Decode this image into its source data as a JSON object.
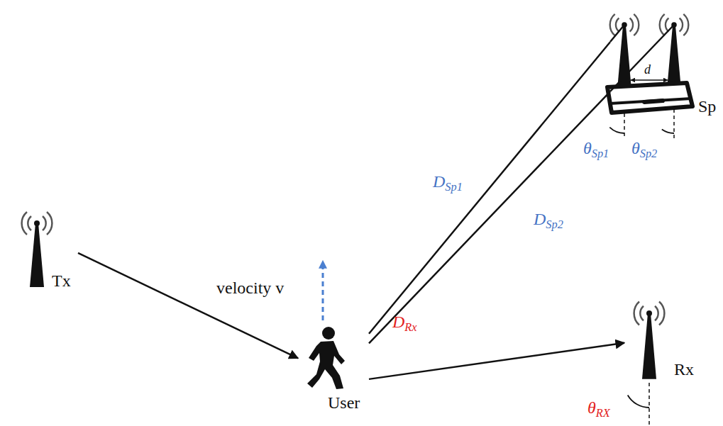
{
  "diagram": {
    "nodes": [
      {
        "text": [
          "Tx"
        ]
      },
      {
        "text": [
          "User"
        ]
      },
      {
        "text": [
          "Sp"
        ]
      },
      {
        "text": [
          "Rx"
        ]
      }
    ],
    "edges": [
      {
        "from": 0,
        "to": 1,
        "arrow": "to"
      },
      {
        "from": 1,
        "to": 2,
        "label": "DSp1",
        "arrow": "none"
      },
      {
        "from": 1,
        "to": 2,
        "label": "DSp2",
        "arrow": "none"
      },
      {
        "from": 1,
        "to": 3,
        "label": "DRx",
        "arrow": "to"
      }
    ],
    "labels": [
      "velocity v",
      "d",
      "θSp1",
      "θSp2",
      "θRX"
    ]
  }
}
